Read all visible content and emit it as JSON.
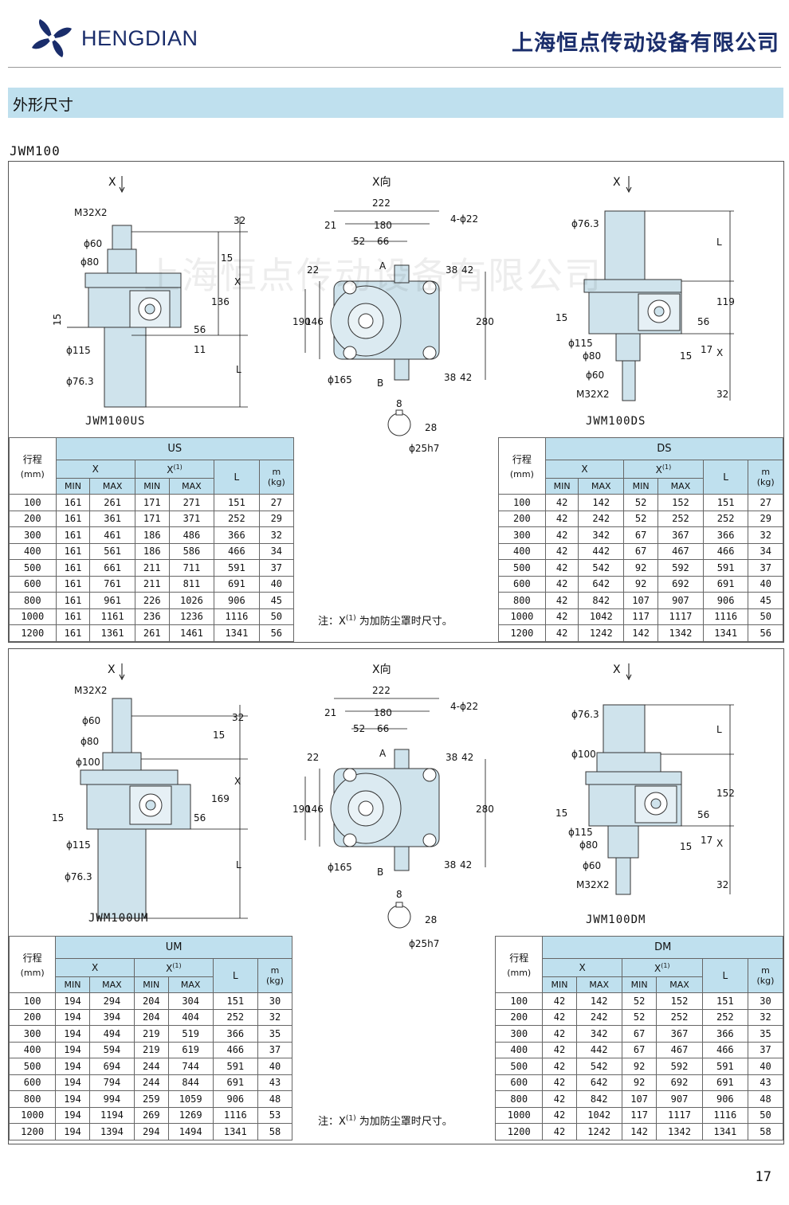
{
  "header": {
    "brand": "HENGDIAN",
    "company": "上海恒点传动设备有限公司"
  },
  "section_title": "外形尺寸",
  "model": "JWM100",
  "watermark": "上海恒点传动设备有限公司",
  "page_number": "17",
  "colors": {
    "header_fill": "#bfe0ee",
    "brand": "#1a2d6b",
    "part_fill": "#cfe3ec"
  },
  "block1": {
    "view_labels": [
      "X",
      "X向",
      "X"
    ],
    "captions": [
      "JWM100US",
      "JWM100DS"
    ],
    "note": {
      "pre": "注：X",
      "sup": "(1)",
      "post": "为加防尘罩时尺寸。"
    },
    "left_dims": [
      "M32X2",
      "ϕ60",
      "ϕ80",
      "15",
      "ϕ115",
      "ϕ76.3",
      "32",
      "15",
      "X",
      "136",
      "56",
      "11",
      "L"
    ],
    "center_dims": [
      "222",
      "21",
      "180",
      "4-ϕ22",
      "52",
      "66",
      "A",
      "22",
      "38",
      "42",
      "190",
      "146",
      "280",
      "ϕ165",
      "B",
      "38",
      "42",
      "8",
      "28",
      "ϕ25h7"
    ],
    "right_dims": [
      "ϕ76.3",
      "L",
      "119",
      "56",
      "15",
      "ϕ115",
      "ϕ80",
      "15",
      "17",
      "X",
      "ϕ60",
      "M32X2",
      "32"
    ]
  },
  "block2": {
    "view_labels": [
      "X",
      "X向",
      "X"
    ],
    "captions": [
      "JWM100UM",
      "JWM100DM"
    ],
    "note": {
      "pre": "注：X",
      "sup": "(1)",
      "post": "为加防尘罩时尺寸。"
    },
    "left_dims": [
      "M32X2",
      "ϕ60",
      "ϕ80",
      "ϕ100",
      "15",
      "ϕ115",
      "ϕ76.3",
      "32",
      "15",
      "X",
      "169",
      "56",
      "L"
    ],
    "center_dims": [
      "222",
      "21",
      "180",
      "4-ϕ22",
      "52",
      "66",
      "A",
      "22",
      "38",
      "42",
      "190",
      "146",
      "280",
      "ϕ165",
      "B",
      "38",
      "42",
      "8",
      "28",
      "ϕ25h7"
    ],
    "right_dims": [
      "ϕ76.3",
      "ϕ100",
      "L",
      "152",
      "56",
      "15",
      "ϕ115",
      "ϕ80",
      "15",
      "17",
      "X",
      "ϕ60",
      "M32X2",
      "32"
    ]
  },
  "tables": {
    "US": {
      "title": "US",
      "stroke_label": "行程",
      "stroke_unit": "(mm)",
      "group_x": "X",
      "group_x1": "X",
      "x1_sup": "(1)",
      "col_l": "L",
      "col_m": "m",
      "col_m_unit": "(kg)",
      "min": "MIN",
      "max": "MAX",
      "rows": [
        [
          "100",
          "161",
          "261",
          "171",
          "271",
          "151",
          "27"
        ],
        [
          "200",
          "161",
          "361",
          "171",
          "371",
          "252",
          "29"
        ],
        [
          "300",
          "161",
          "461",
          "186",
          "486",
          "366",
          "32"
        ],
        [
          "400",
          "161",
          "561",
          "186",
          "586",
          "466",
          "34"
        ],
        [
          "500",
          "161",
          "661",
          "211",
          "711",
          "591",
          "37"
        ],
        [
          "600",
          "161",
          "761",
          "211",
          "811",
          "691",
          "40"
        ],
        [
          "800",
          "161",
          "961",
          "226",
          "1026",
          "906",
          "45"
        ],
        [
          "1000",
          "161",
          "1161",
          "236",
          "1236",
          "1116",
          "50"
        ],
        [
          "1200",
          "161",
          "1361",
          "261",
          "1461",
          "1341",
          "56"
        ]
      ]
    },
    "DS": {
      "title": "DS",
      "stroke_label": "行程",
      "stroke_unit": "(mm)",
      "group_x": "X",
      "group_x1": "X",
      "x1_sup": "(1)",
      "col_l": "L",
      "col_m": "m",
      "col_m_unit": "(kg)",
      "min": "MIN",
      "max": "MAX",
      "rows": [
        [
          "100",
          "42",
          "142",
          "52",
          "152",
          "151",
          "27"
        ],
        [
          "200",
          "42",
          "242",
          "52",
          "252",
          "252",
          "29"
        ],
        [
          "300",
          "42",
          "342",
          "67",
          "367",
          "366",
          "32"
        ],
        [
          "400",
          "42",
          "442",
          "67",
          "467",
          "466",
          "34"
        ],
        [
          "500",
          "42",
          "542",
          "92",
          "592",
          "591",
          "37"
        ],
        [
          "600",
          "42",
          "642",
          "92",
          "692",
          "691",
          "40"
        ],
        [
          "800",
          "42",
          "842",
          "107",
          "907",
          "906",
          "45"
        ],
        [
          "1000",
          "42",
          "1042",
          "117",
          "1117",
          "1116",
          "50"
        ],
        [
          "1200",
          "42",
          "1242",
          "142",
          "1342",
          "1341",
          "56"
        ]
      ]
    },
    "UM": {
      "title": "UM",
      "stroke_label": "行程",
      "stroke_unit": "(mm)",
      "group_x": "X",
      "group_x1": "X",
      "x1_sup": "(1)",
      "col_l": "L",
      "col_m": "m",
      "col_m_unit": "(kg)",
      "min": "MIN",
      "max": "MAX",
      "rows": [
        [
          "100",
          "194",
          "294",
          "204",
          "304",
          "151",
          "30"
        ],
        [
          "200",
          "194",
          "394",
          "204",
          "404",
          "252",
          "32"
        ],
        [
          "300",
          "194",
          "494",
          "219",
          "519",
          "366",
          "35"
        ],
        [
          "400",
          "194",
          "594",
          "219",
          "619",
          "466",
          "37"
        ],
        [
          "500",
          "194",
          "694",
          "244",
          "744",
          "591",
          "40"
        ],
        [
          "600",
          "194",
          "794",
          "244",
          "844",
          "691",
          "43"
        ],
        [
          "800",
          "194",
          "994",
          "259",
          "1059",
          "906",
          "48"
        ],
        [
          "1000",
          "194",
          "1194",
          "269",
          "1269",
          "1116",
          "53"
        ],
        [
          "1200",
          "194",
          "1394",
          "294",
          "1494",
          "1341",
          "58"
        ]
      ]
    },
    "DM": {
      "title": "DM",
      "stroke_label": "行程",
      "stroke_unit": "(mm)",
      "group_x": "X",
      "group_x1": "X",
      "x1_sup": "(1)",
      "col_l": "L",
      "col_m": "m",
      "col_m_unit": "(kg)",
      "min": "MIN",
      "max": "MAX",
      "rows": [
        [
          "100",
          "42",
          "142",
          "52",
          "152",
          "151",
          "30"
        ],
        [
          "200",
          "42",
          "242",
          "52",
          "252",
          "252",
          "32"
        ],
        [
          "300",
          "42",
          "342",
          "67",
          "367",
          "366",
          "35"
        ],
        [
          "400",
          "42",
          "442",
          "67",
          "467",
          "466",
          "37"
        ],
        [
          "500",
          "42",
          "542",
          "92",
          "592",
          "591",
          "40"
        ],
        [
          "600",
          "42",
          "642",
          "92",
          "692",
          "691",
          "43"
        ],
        [
          "800",
          "42",
          "842",
          "107",
          "907",
          "906",
          "48"
        ],
        [
          "1000",
          "42",
          "1042",
          "117",
          "1117",
          "1116",
          "50"
        ],
        [
          "1200",
          "42",
          "1242",
          "142",
          "1342",
          "1341",
          "58"
        ]
      ]
    }
  }
}
